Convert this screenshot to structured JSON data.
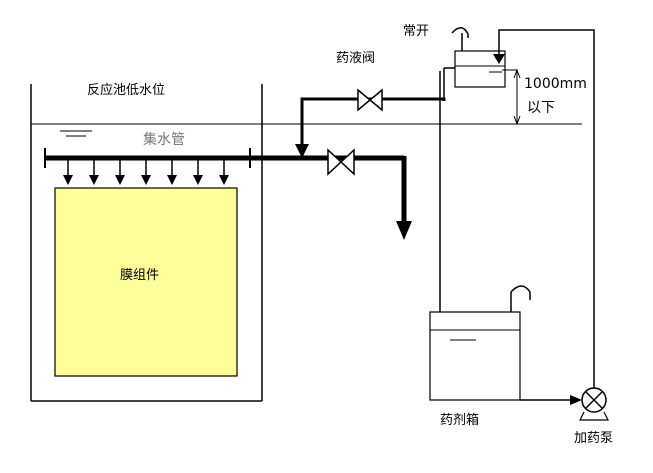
{
  "labels": {
    "reactor_low_level": "反应池低水位",
    "collector_pipe": "集水管",
    "membrane_module": "膜组件",
    "chemical_valve": "药液阀",
    "normally_open": "常开",
    "depth": "1000mm",
    "below": "以下",
    "chemical_tank": "药剂箱",
    "dosing_pump": "加药泵"
  },
  "colors": {
    "line": "#000000",
    "membrane_fill": "#ffff99",
    "tank_fill": "#ffffff",
    "collector_text": "#777777"
  },
  "icons": [
    "valve-icon",
    "valve-icon",
    "faucet-icon",
    "faucet-icon",
    "pump-icon",
    "water-level-symbol"
  ]
}
